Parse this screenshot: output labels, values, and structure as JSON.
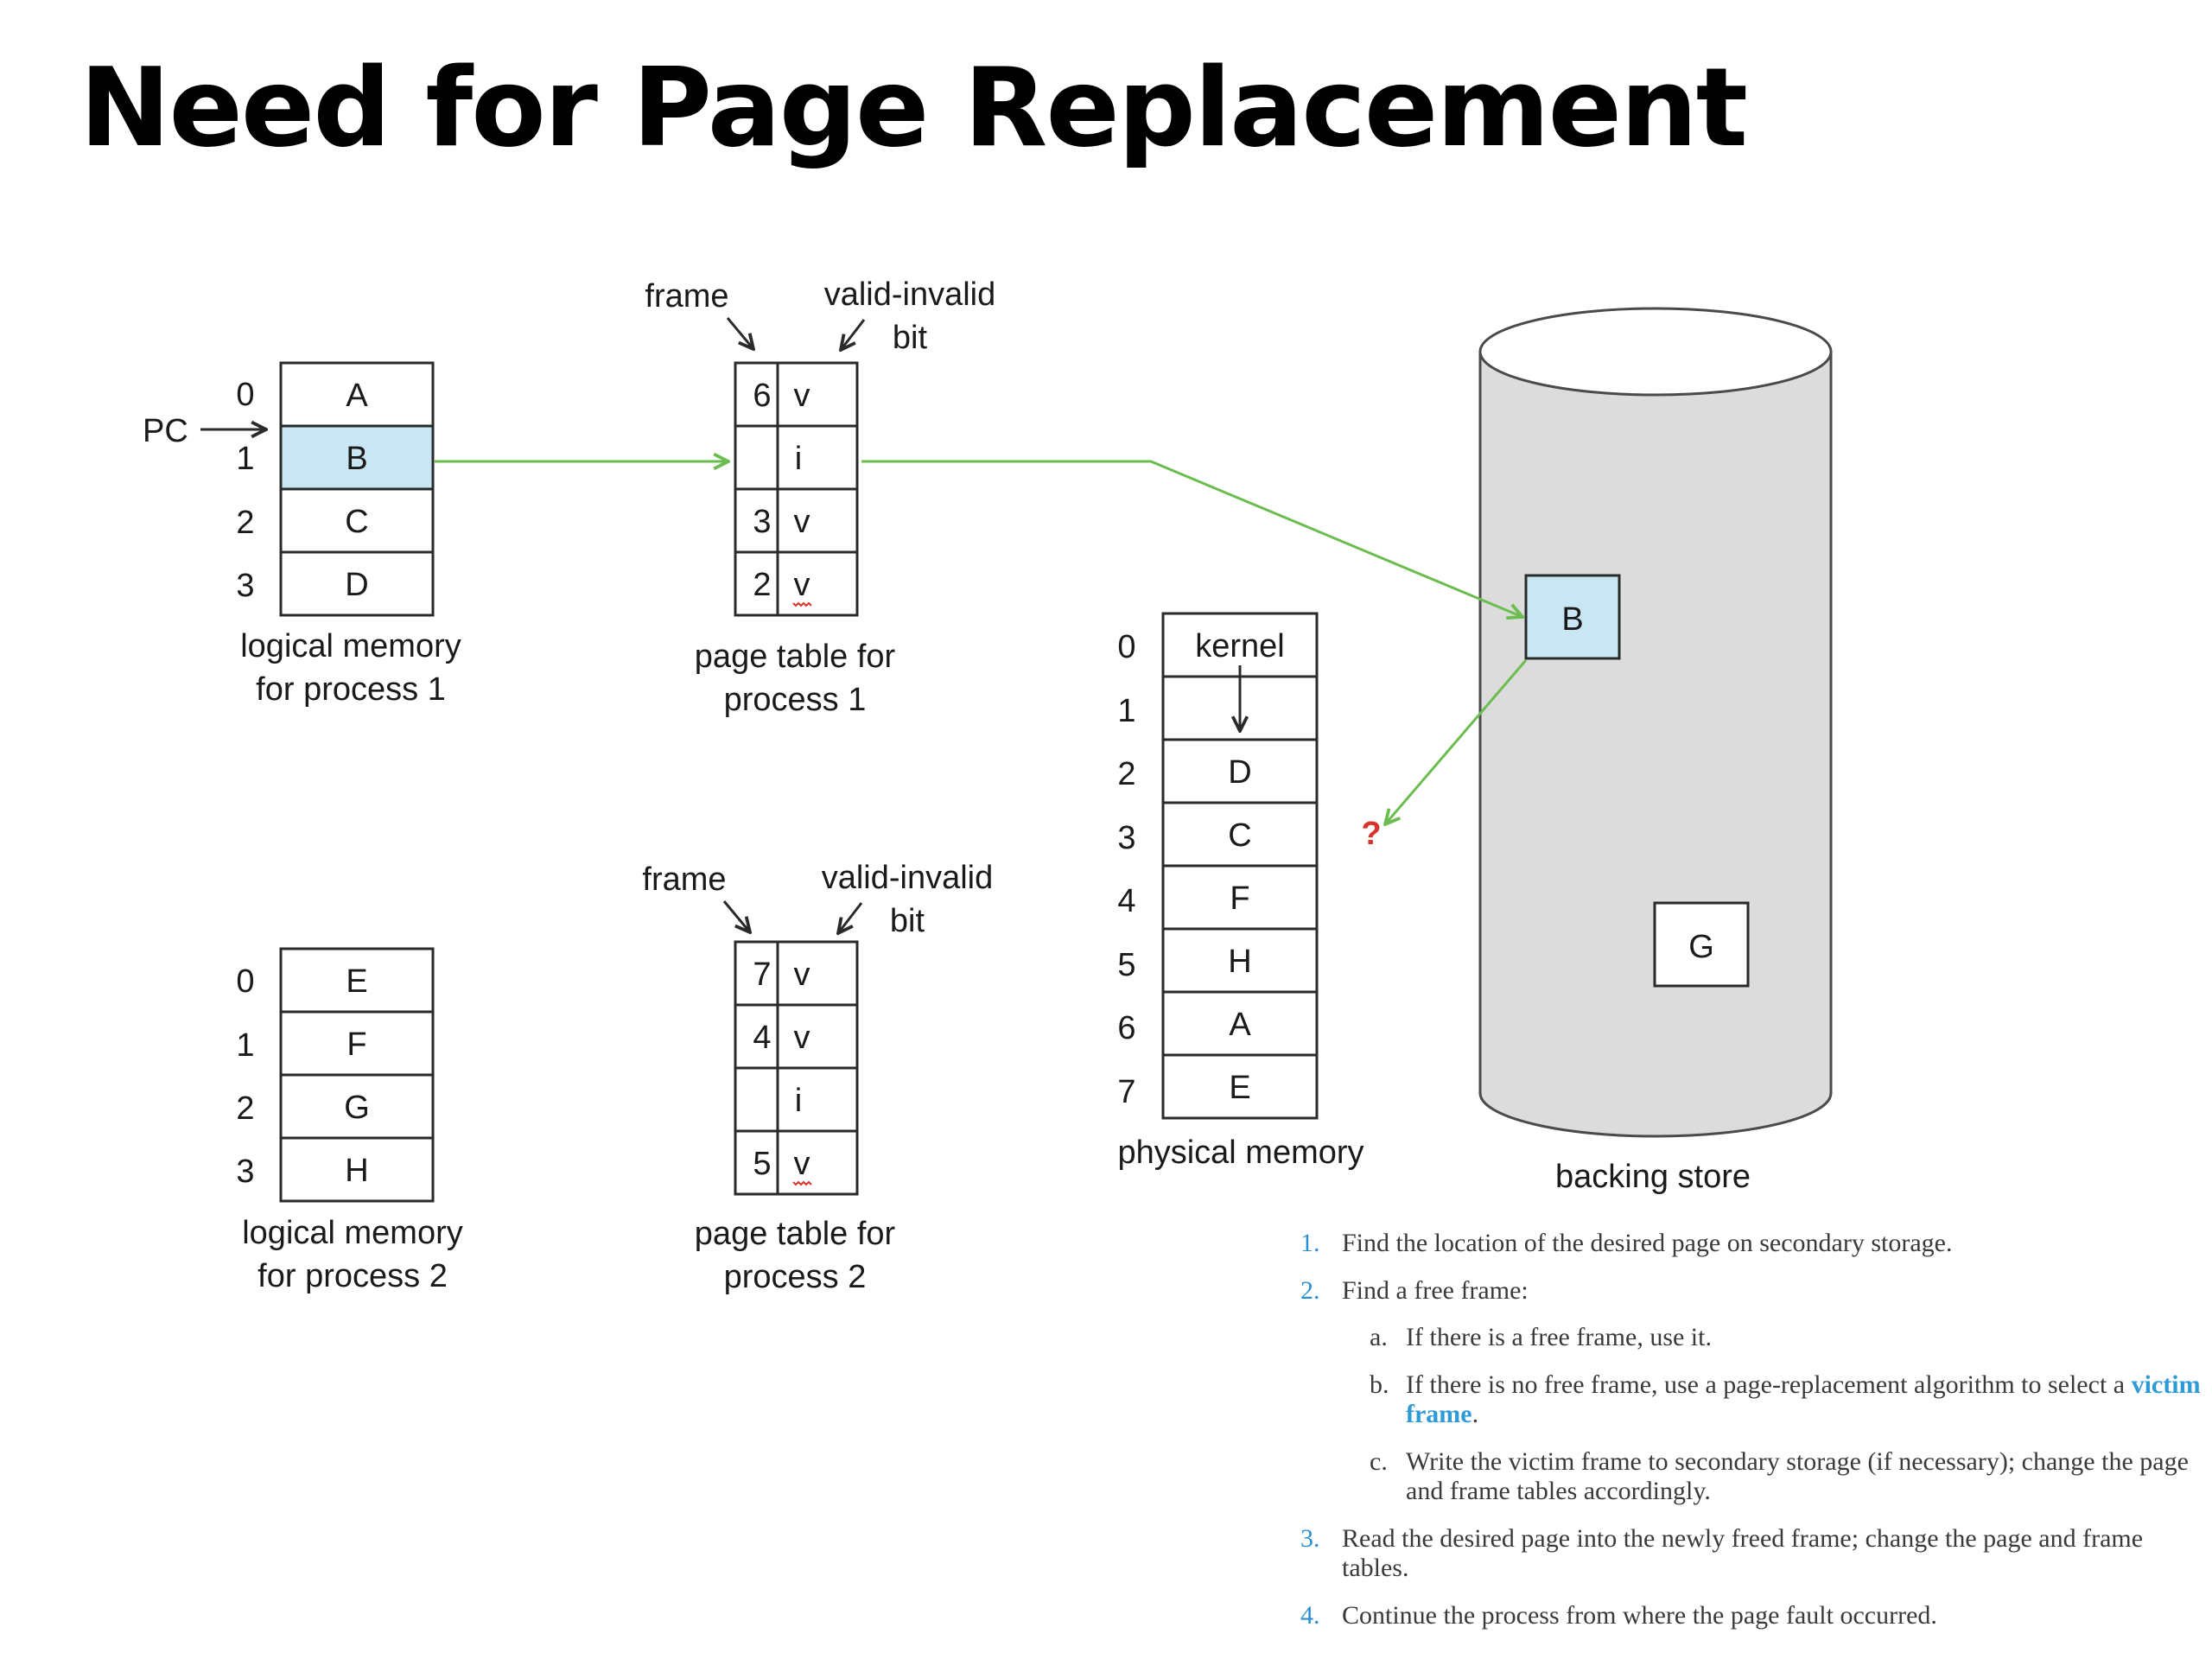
{
  "title": "Need for Page Replacement",
  "process1": {
    "pc_label": "PC",
    "logical_memory": {
      "indices": [
        "0",
        "1",
        "2",
        "3"
      ],
      "pages": [
        "A",
        "B",
        "C",
        "D"
      ],
      "caption": [
        "logical memory",
        "for process 1"
      ]
    },
    "page_table": {
      "frame_label": "frame",
      "valid_label": [
        "valid-invalid",
        "bit"
      ],
      "frames": [
        "6",
        "",
        "3",
        "2"
      ],
      "bits": [
        "v",
        "i",
        "v",
        "v"
      ],
      "caption": [
        "page table for",
        "process 1"
      ]
    }
  },
  "process2": {
    "logical_memory": {
      "indices": [
        "0",
        "1",
        "2",
        "3"
      ],
      "pages": [
        "E",
        "F",
        "G",
        "H"
      ],
      "caption": [
        "logical memory",
        "for process 2"
      ]
    },
    "page_table": {
      "frame_label": "frame",
      "valid_label": [
        "valid-invalid",
        "bit"
      ],
      "frames": [
        "7",
        "4",
        "",
        "5"
      ],
      "bits": [
        "v",
        "v",
        "i",
        "v"
      ],
      "caption": [
        "page table for",
        "process 2"
      ]
    }
  },
  "physical_memory": {
    "indices": [
      "0",
      "1",
      "2",
      "3",
      "4",
      "5",
      "6",
      "7"
    ],
    "frames": [
      "kernel",
      "",
      "D",
      "C",
      "F",
      "H",
      "A",
      "E"
    ],
    "caption": "physical memory"
  },
  "backing_store": {
    "pages": [
      "B",
      "G"
    ],
    "caption": "backing store"
  },
  "question_mark": "?",
  "steps": {
    "s1_num": "1.",
    "s1": "Find the location of the desired page on secondary storage.",
    "s2_num": "2.",
    "s2": "Find a free frame:",
    "s2a_letter": "a.",
    "s2a": "If there is a free frame, use it.",
    "s2b_letter": "b.",
    "s2b_pre": "If there is no free frame, use a page-replacement algorithm to select a ",
    "s2b_term": "victim frame",
    "s2b_post": ".",
    "s2c_letter": "c.",
    "s2c": "Write the victim frame to secondary storage (if necessary); change the page and frame tables accordingly.",
    "s3_num": "3.",
    "s3": "Read the desired page into the newly freed frame; change the page and frame tables.",
    "s4_num": "4.",
    "s4": "Continue the process from where the page fault occurred."
  },
  "colors": {
    "highlight": "#c8e6f4",
    "arrow_green": "#6cbd4f",
    "question_red": "#d9342b",
    "step_number_blue": "#2e8fd0"
  }
}
